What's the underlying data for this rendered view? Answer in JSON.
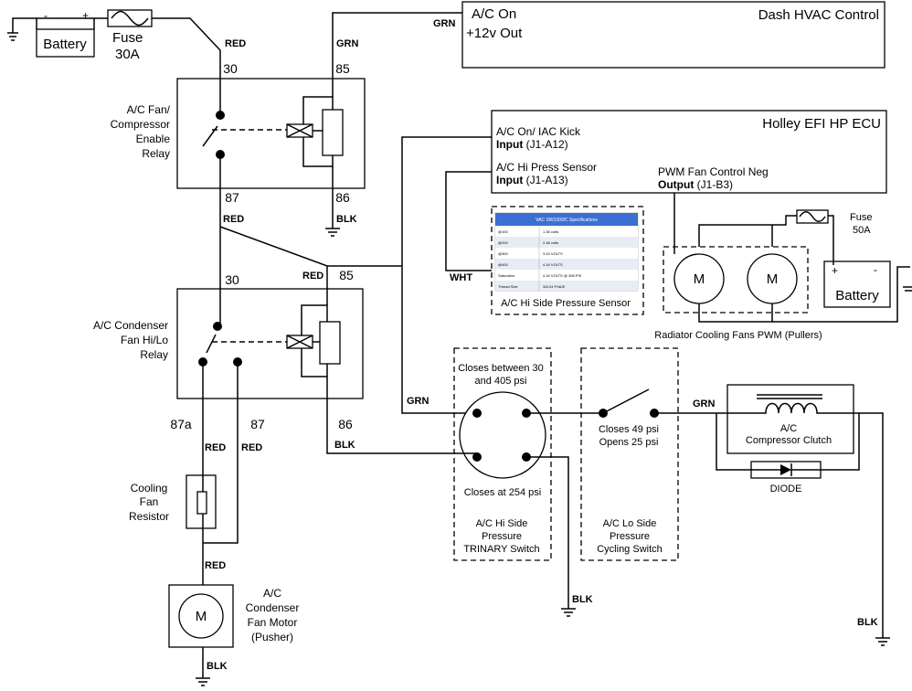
{
  "components": {
    "battery1": "Battery",
    "battery1_minus": "-",
    "battery1_plus": "+",
    "fuse1_label": "Fuse",
    "fuse1_rating": "30A",
    "dash_line1": "A/C On",
    "dash_line2": "+12v Out",
    "dash_title": "Dash HVAC Control",
    "ecu_title": "Holley EFI HP ECU",
    "ecu_ac_on_1": "A/C On/ IAC Kick",
    "ecu_ac_on_2_bold": "Input",
    "ecu_ac_on_2_rest": " (J1-A12)",
    "ecu_hp_1": "A/C Hi Press Sensor",
    "ecu_hp_2_bold": "Input",
    "ecu_hp_2_rest": " (J1-A13)",
    "ecu_pwm_1": "PWM Fan Control Neg",
    "ecu_pwm_2_bold": "Output",
    "ecu_pwm_2_rest": " (J1-B3)",
    "relay1_lines": [
      "A/C Fan/",
      "Compressor",
      "Enable",
      "Relay"
    ],
    "relay2_lines": [
      "A/C Condenser",
      "Fan Hi/Lo",
      "Relay"
    ],
    "sensor_label": "A/C Hi Side Pressure Sensor",
    "fuse2_label": "Fuse",
    "fuse2_rating": "50A",
    "battery2": "Battery",
    "battery2_plus": "+",
    "battery2_minus": "-",
    "fan_motor_letter": "M",
    "rad_fans_label": "Radiator Cooling Fans PWM (Pullers)",
    "trinary_top_1": "Closes between 30",
    "trinary_top_2": "and 405 psi",
    "trinary_bottom": "Closes at 254 psi",
    "trinary_title": [
      "A/C Hi Side",
      "Pressure",
      "TRINARY Switch"
    ],
    "lo_side_state_1": "Closes 49 psi",
    "lo_side_state_2": "Opens 25 psi",
    "lo_side_title": [
      "A/C Lo Side",
      "Pressure",
      "Cycling Switch"
    ],
    "clutch_lines": [
      "A/C",
      "Compressor Clutch"
    ],
    "diode": "DIODE",
    "resistor_lines": [
      "Cooling",
      "Fan",
      "Resistor"
    ],
    "cond_motor_lines": [
      "A/C",
      "Condenser",
      "Fan Motor",
      "(Pusher)"
    ]
  },
  "pins": {
    "r1_30": "30",
    "r1_85": "85",
    "r1_87": "87",
    "r1_86": "86",
    "r2_30": "30",
    "r2_85": "85",
    "r2_87a": "87a",
    "r2_87": "87",
    "r2_86": "86"
  },
  "wires": {
    "red_1": "RED",
    "grn_1": "GRN",
    "grn_2": "GRN",
    "red_2": "RED",
    "blk_1": "BLK",
    "red_3": "RED",
    "wht": "WHT",
    "grn_3": "GRN",
    "red_4": "RED",
    "red_5": "RED",
    "blk_2": "BLK",
    "grn_4": "GRN",
    "red_6": "RED",
    "blk_3": "BLK",
    "blk_4": "BLK",
    "blk_5": "BLK"
  },
  "sensor_table": {
    "title": "VAC SW1000/C Specifications",
    "rows": [
      [
        "@100",
        "1.38 volts"
      ],
      [
        "@200",
        "2.48 volts"
      ],
      [
        "@300",
        "3.43 VOLTS"
      ],
      [
        "@400",
        "4.16 VOLTS"
      ],
      [
        "Saturation",
        "4.16 VOLTS @ 398 PSI"
      ],
      [
        "Thread Size",
        "3/8-24 FHA/E"
      ]
    ]
  },
  "colors": {
    "wire": "#000000",
    "sensor_header": "#3b6fd4",
    "sensor_row_alt": "#e8ecf4",
    "background": "#ffffff"
  }
}
